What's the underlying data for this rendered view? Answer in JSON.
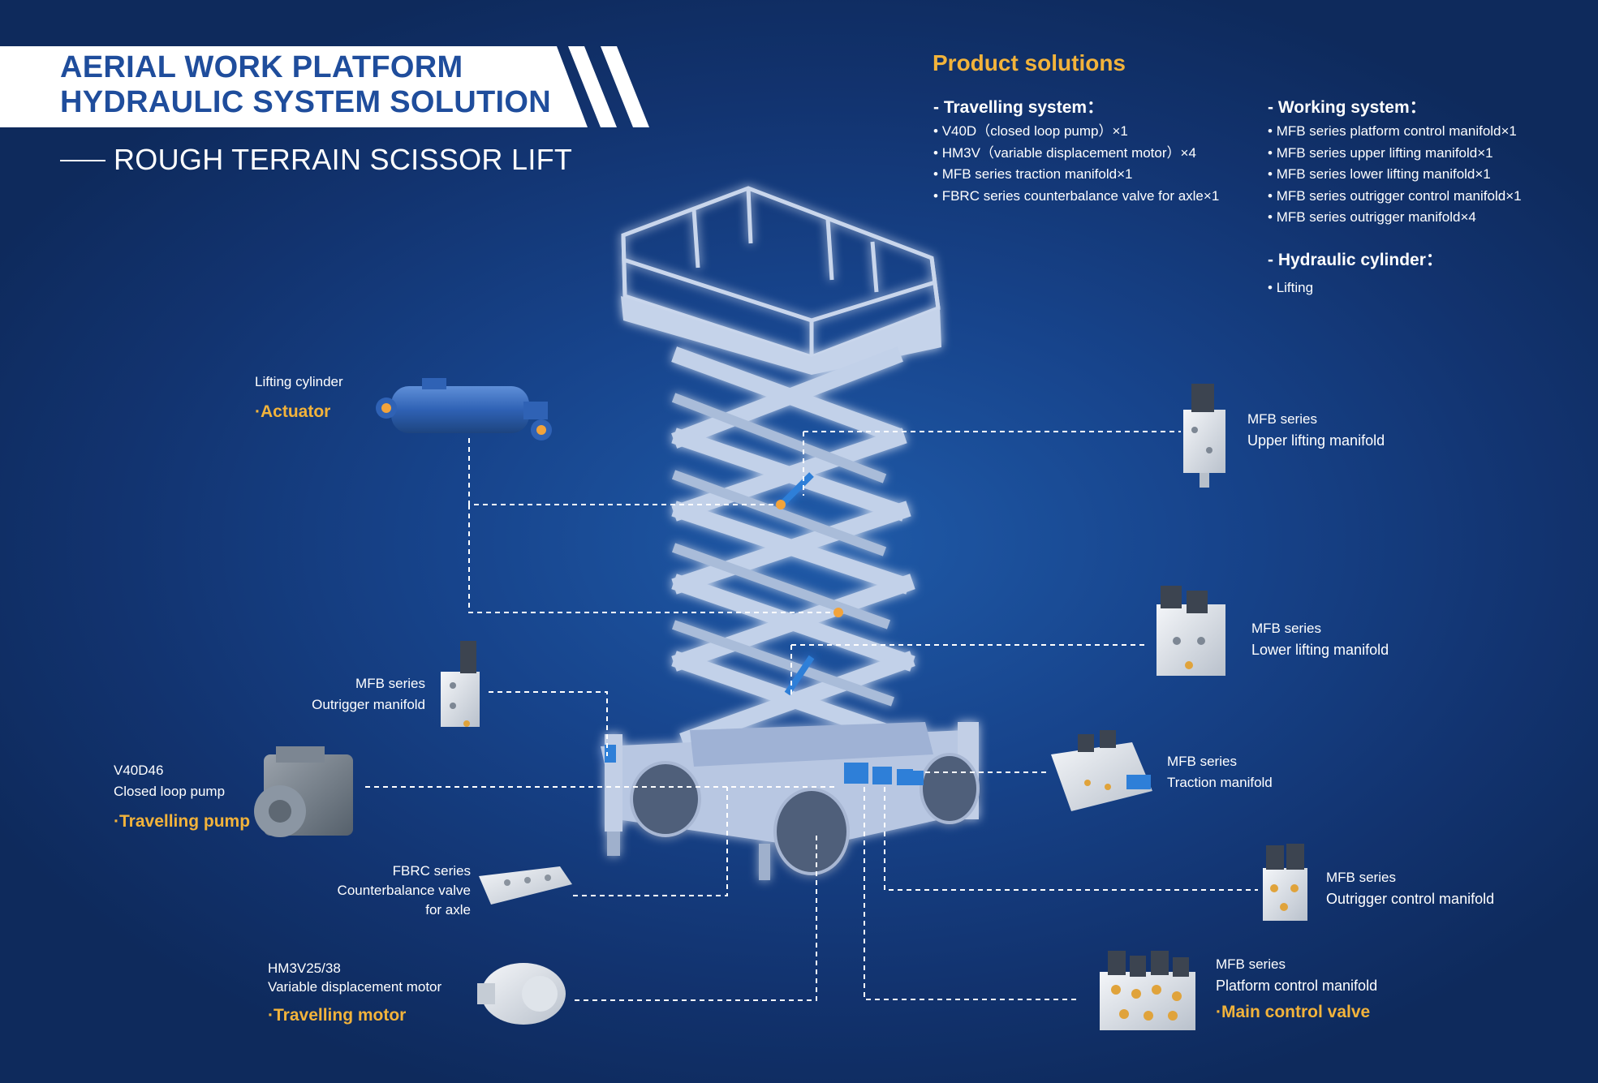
{
  "header": {
    "title_line1": "AERIAL WORK PLATFORM",
    "title_line2": "HYDRAULIC SYSTEM SOLUTION",
    "subtitle": "ROUGH TERRAIN SCISSOR LIFT"
  },
  "product_solutions": {
    "heading": "Product solutions",
    "travelling": {
      "title": "- Travelling system：",
      "items": [
        "V40D（closed loop pump）×1",
        "HM3V（variable displacement motor）×4",
        "MFB series traction manifold×1",
        "FBRC series counterbalance valve for axle×1"
      ]
    },
    "working": {
      "title": "- Working system：",
      "items": [
        "MFB series platform control manifold×1",
        "MFB series upper lifting manifold×1",
        "MFB series lower lifting manifold×1",
        "MFB series outrigger control manifold×1",
        "MFB series outrigger manifold×4"
      ]
    },
    "cylinder": {
      "title": "- Hydraulic cylinder：",
      "items": [
        "Lifting"
      ]
    }
  },
  "components": {
    "lifting_cylinder": {
      "name": "Lifting cylinder",
      "role": "·Actuator"
    },
    "outrigger_manifold": {
      "series": "MFB series",
      "name": "Outrigger manifold"
    },
    "travelling_pump": {
      "model": "V40D46",
      "name": "Closed loop pump",
      "role": "·Travelling pump"
    },
    "counterbalance_valve": {
      "series": "FBRC series",
      "name_line1": "Counterbalance valve",
      "name_line2": "for axle"
    },
    "travelling_motor": {
      "model": "HM3V25/38",
      "name": "Variable displacement motor",
      "role": "·Travelling motor"
    },
    "upper_lifting": {
      "series": "MFB series",
      "name": "Upper lifting manifold"
    },
    "lower_lifting": {
      "series": "MFB series",
      "name": "Lower lifting manifold"
    },
    "traction": {
      "series": "MFB series",
      "name": "Traction manifold"
    },
    "outrigger_control": {
      "series": "MFB series",
      "name": "Outrigger control manifold"
    },
    "platform_control": {
      "series": "MFB series",
      "name": "Platform control manifold",
      "role": "·Main control valve"
    }
  },
  "colors": {
    "accent": "#f2b33b",
    "title_blue": "#1f4d9c",
    "background": "#17448c"
  }
}
